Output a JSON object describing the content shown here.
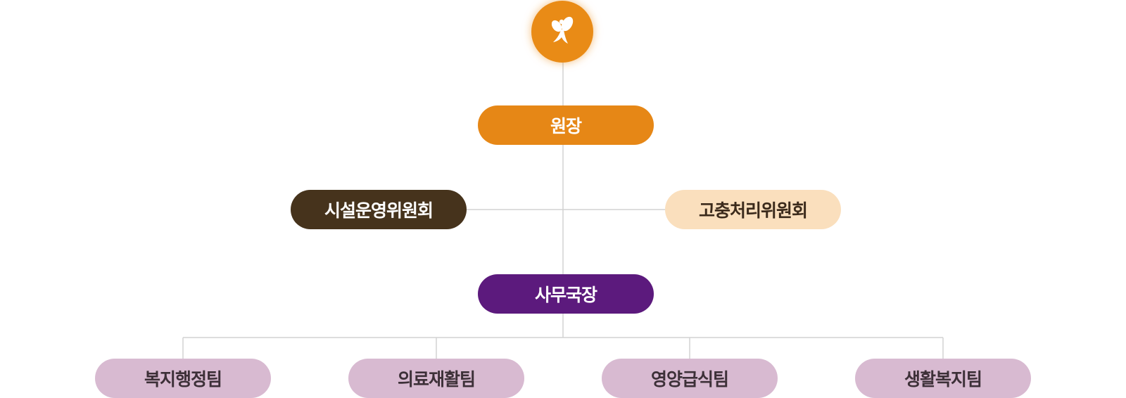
{
  "logo": {
    "icon": "butterfly-icon",
    "color": "#e98b16"
  },
  "director": {
    "label": "원장",
    "color": "#e68716"
  },
  "committees": {
    "left": {
      "label": "시설운영위원회",
      "color": "#46331c"
    },
    "right": {
      "label": "고충처리위원회",
      "color": "#fadfbd"
    }
  },
  "secretary": {
    "label": "사무국장",
    "color": "#5c1a7d"
  },
  "teams": [
    {
      "label": "복지행정팀"
    },
    {
      "label": "의료재활팀"
    },
    {
      "label": "영양급식팀"
    },
    {
      "label": "생활복지팀"
    }
  ],
  "team_color": "#d8bad1",
  "line_color": "#d2d2d2"
}
